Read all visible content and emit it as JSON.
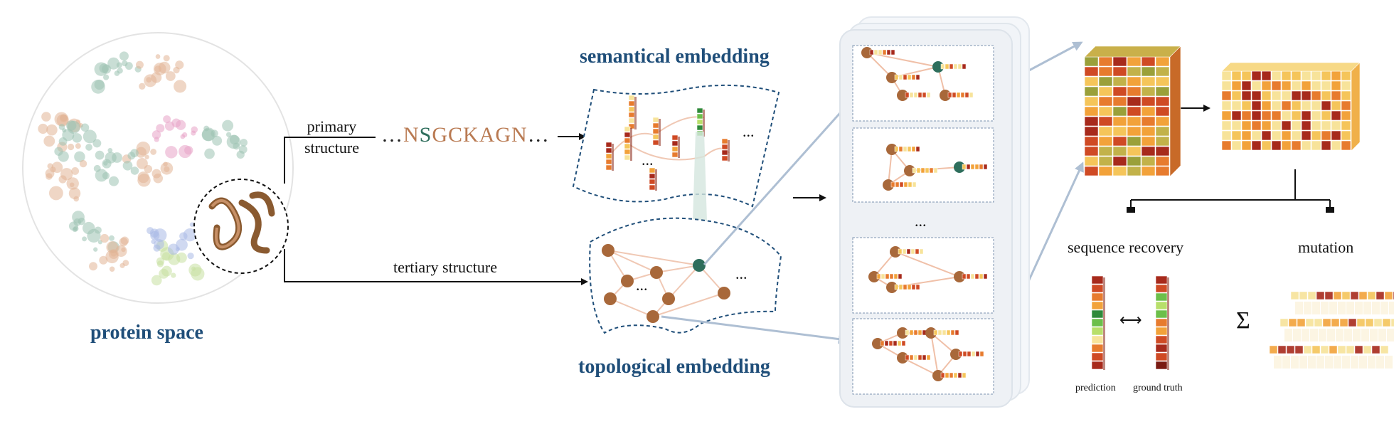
{
  "labels": {
    "protein_space": "protein space",
    "primary_structure": "primary\nstructure",
    "tertiary_structure": "tertiary structure",
    "semantical_embedding": "semantical embedding",
    "topological_embedding": "topological embedding",
    "sequence_recovery": "sequence recovery",
    "mutation": "mutation",
    "prediction": "prediction",
    "ground_truth": "ground truth",
    "ellipsis": "...",
    "sigma": "Σ",
    "arrow_lr": "⟷"
  },
  "sequence": {
    "prefix": "…",
    "before": "N",
    "highlight": "S",
    "after": "GCKAGN",
    "suffix": "…"
  },
  "colors": {
    "title_blue": "#1f4e79",
    "node_brown": "#a8683a",
    "node_green": "#2e6e5c",
    "edge_peach": "#f0c0a8",
    "arrow_gray": "#aebfd3",
    "panel_bg": "#eef1f5",
    "palette": [
      "#f7e39a",
      "#f5c55a",
      "#f2a23a",
      "#e77b2e",
      "#cf4a24",
      "#a72a1c",
      "#7a1a12",
      "#2f8a3a",
      "#6cbf4a",
      "#b8df6a"
    ]
  }
}
